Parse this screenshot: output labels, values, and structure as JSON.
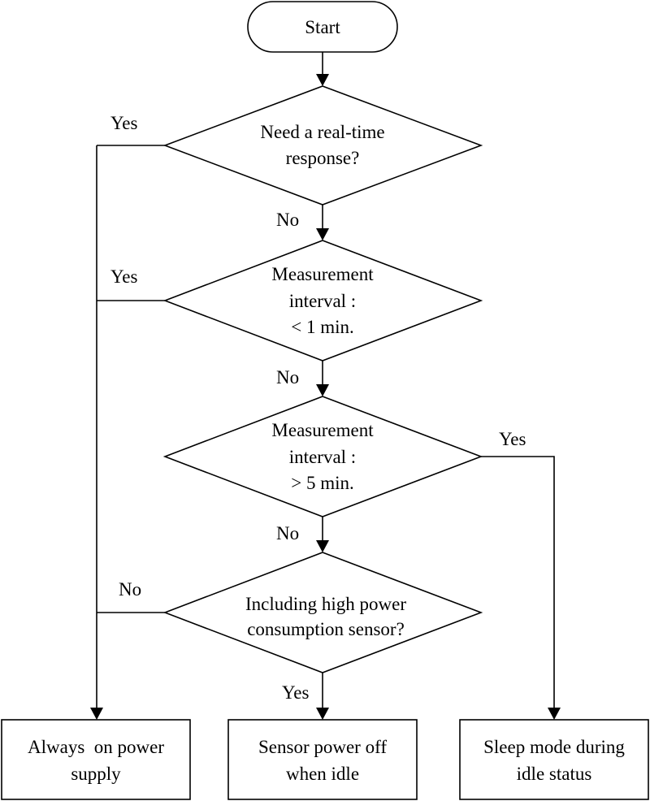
{
  "flowchart": {
    "start": "Start",
    "decision1": {
      "line1": "Need a real-time",
      "line2": "response?"
    },
    "decision2": {
      "line1": "Measurement",
      "line2": "interval :",
      "line3": "< 1 min."
    },
    "decision3": {
      "line1": "Measurement",
      "line2": "interval :",
      "line3": "> 5 min."
    },
    "decision4": {
      "line1": "Including high power",
      "line2": "consumption sensor?"
    },
    "labels": {
      "d1_yes": "Yes",
      "d1_no": "No",
      "d2_yes": "Yes",
      "d2_no": "No",
      "d3_yes": "Yes",
      "d3_no": "No",
      "d4_no": "No",
      "d4_yes": "Yes"
    },
    "outcomes": {
      "always_on": {
        "line1": "Always  on power",
        "line2": "supply"
      },
      "sensor_off": {
        "line1": "Sensor power off",
        "line2": "when idle"
      },
      "sleep_mode": {
        "line1": "Sleep mode during",
        "line2": "idle status"
      }
    }
  }
}
